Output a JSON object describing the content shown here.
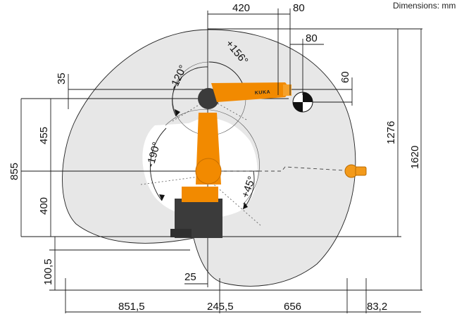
{
  "units_note": "Dimensions: mm",
  "robot_logo": "KUKA",
  "angles": {
    "a4_pos": "+156°",
    "a3_neg": "-120°",
    "a2_neg": "-190°",
    "a2_pos": "+45°"
  },
  "dimensions": {
    "top_420": "420",
    "top_80": "80",
    "flange_80": "80",
    "offset_60": "60",
    "offset_35": "35",
    "arm_455": "455",
    "height_855": "855",
    "base_400": "400",
    "reach_1276": "1276",
    "reach_1620": "1620",
    "base_100_5": "100,5",
    "base_25": "25",
    "bottom_851_5": "851,5",
    "bottom_245_5": "245,5",
    "bottom_656": "656",
    "bottom_83_2": "83,2"
  },
  "colors": {
    "workspace_fill": "#e7e7e7",
    "robot_orange": "#f28a00",
    "robot_dark": "#3b3b3b",
    "flange_orange": "#f39a1a"
  }
}
